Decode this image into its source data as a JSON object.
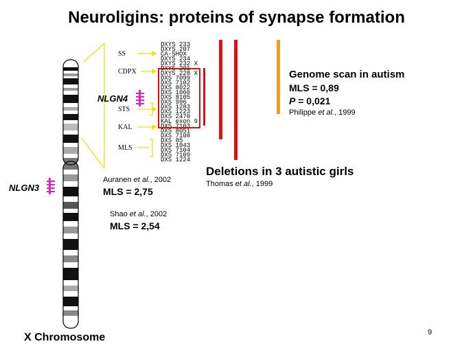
{
  "title": "Neuroligins: proteins of synapse formation",
  "regions": [
    "SS",
    "CDPX",
    "STS",
    "KAL",
    "MLS"
  ],
  "markers": [
    "DXYS 233",
    "DXYS 207",
    "CA-SHOX",
    "DXYS 234",
    "DXYS 232 X",
    "DXYS 201",
    "DXYS 228 X",
    "DXS 7099",
    "DXS 7102",
    "DXS 8022",
    "DXS 1060",
    "DXS 8105",
    "DXS 996",
    "DXS 1283",
    "DXS 1223",
    "DXS 2470",
    "KAL exon 9",
    "DXS 7103",
    "DXS 8051",
    "DXS 7108",
    "DXS 85",
    "DXS 1043",
    "DXS 7104",
    "DXS 7109",
    "DXS 1224"
  ],
  "genes": {
    "nlgn4": "NLGN4",
    "nlgn3": "NLGN3"
  },
  "genome_scan": {
    "heading": "Genome scan in autism",
    "mls": "MLS = 0,89",
    "p_symbol": "P",
    "p_value": " = 0,021",
    "cite_author": "Philippe ",
    "cite_etal": "et al.",
    "cite_year": ", 1999"
  },
  "deletions": {
    "heading": "Deletions in 3 autistic girls",
    "cite_author": "Thomas ",
    "cite_etal": "et al.",
    "cite_year": ", 1999"
  },
  "auranen": {
    "author": "Auranen ",
    "etal": "et al.",
    "year": ", 2002",
    "mls": "MLS = 2,75"
  },
  "shao": {
    "author": "Shao ",
    "etal": "et al.",
    "year": ", 2002",
    "mls": "MLS = 2,54"
  },
  "chromosome_label": "X Chromosome",
  "page_number": "9",
  "colors": {
    "deletion_bar": "#dd1111",
    "genome_scan_bar": "#f39c1f",
    "gene_marker": "#e020c8",
    "region_lines": "#e6e600"
  }
}
